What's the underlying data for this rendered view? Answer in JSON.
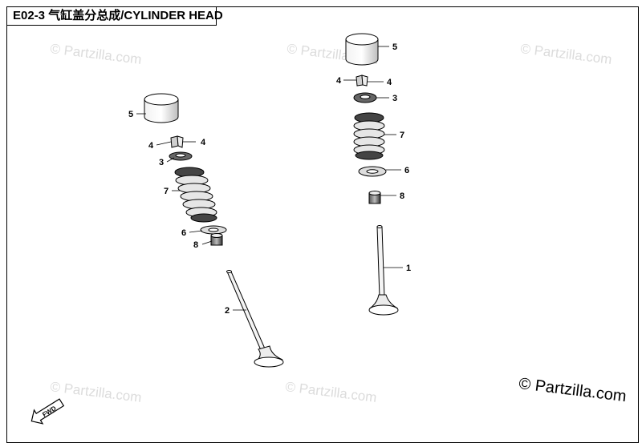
{
  "title": "E02-3  气缸盖分总成/CYLINDER HEAD",
  "watermark": "© Partzilla.com",
  "copyright": "© Partzilla.com",
  "fwd_label": "FWD",
  "left_assembly": {
    "labels": {
      "retainer_top": "5",
      "cotter_left": "4",
      "cotter_right": "4",
      "retainer": "3",
      "spring": "7",
      "seat": "6",
      "seal": "8",
      "valve": "2"
    }
  },
  "right_assembly": {
    "labels": {
      "tappet": "5",
      "cotter_left": "4",
      "cotter_right": "4",
      "retainer": "3",
      "spring": "7",
      "seat": "6",
      "seal": "8",
      "valve": "1"
    }
  }
}
